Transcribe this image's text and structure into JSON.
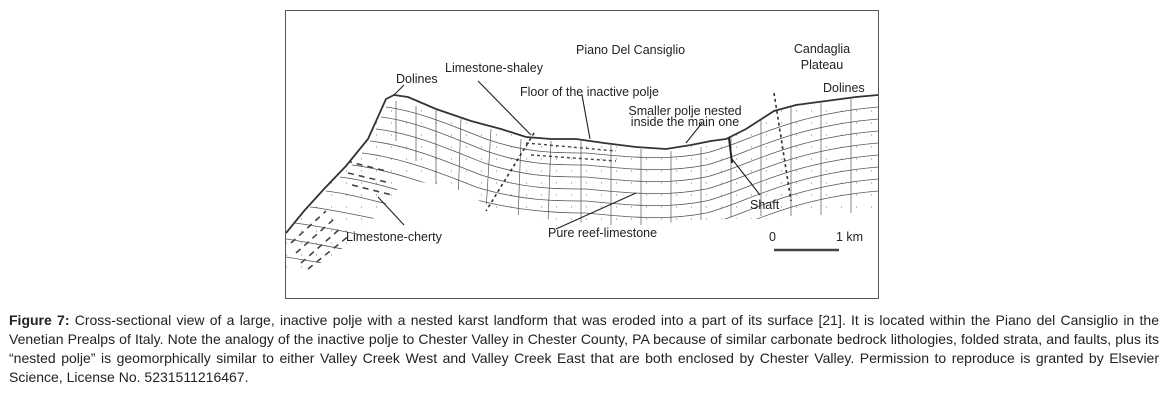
{
  "figure": {
    "labels": {
      "piano": "Piano Del Cansiglio",
      "candaglia_line1": "Candaglia",
      "candaglia_line2": "Plateau",
      "dolines_left": "Dolines",
      "dolines_right": "Dolines",
      "limestone_shaley": "Limestone-shaley",
      "floor": "Floor of the inactive polje",
      "smaller_line1": "Smaller polje nested",
      "smaller_line2": "inside the main one",
      "shaft": "Shaft",
      "limestone_cherty": "Limestone-cherty",
      "pure_reef": "Pure reef-limestone",
      "scale_zero": "0",
      "scale_km": "1 km"
    }
  },
  "caption": {
    "label": "Figure 7:",
    "text": " Cross-sectional view of a large, inactive polje with a nested karst landform that was eroded into a part of its surface [21]. It is located within the Piano del Cansiglio in the Venetian Prealps of Italy. Note the analogy of the inactive polje to Chester Valley in Chester County, PA because of similar carbonate bedrock lithologies, folded strata, and faults, plus its “nested polje” is geomorphically similar to either Valley Creek West and Valley Creek East that are both enclosed by Chester Valley. Permission to reproduce is granted by Elsevier Science, License No. 5231511216467."
  }
}
